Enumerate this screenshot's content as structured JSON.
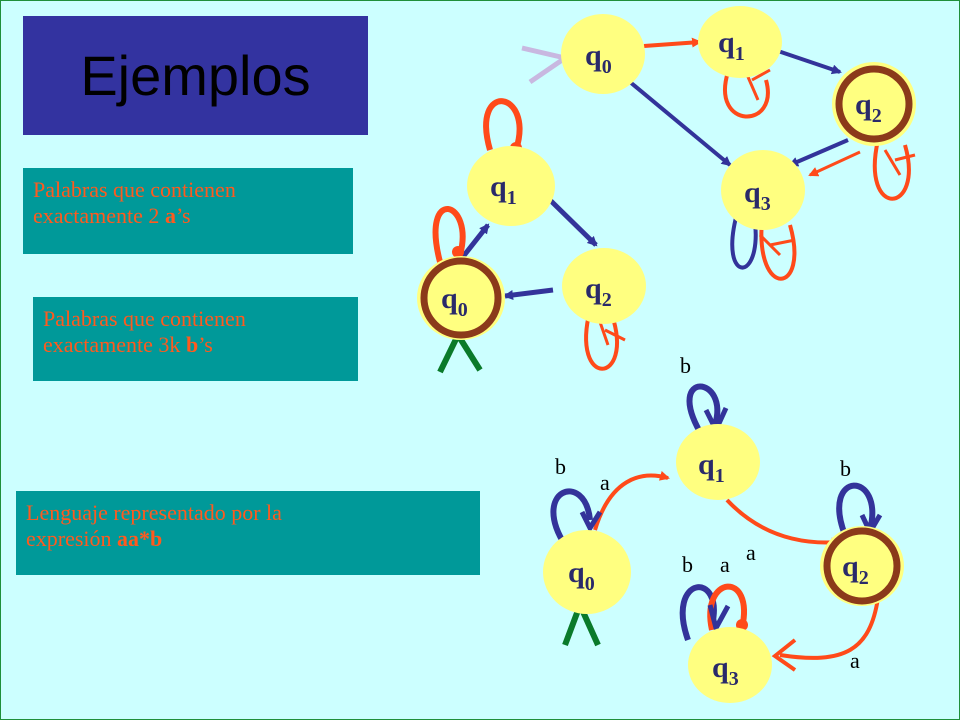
{
  "title": "Ejemplos",
  "notes": {
    "note1": {
      "line1": "Palabras que contienen",
      "line2_pre": "exactamente  2 ",
      "line2_bold": "a",
      "line2_post": "’s"
    },
    "note2": {
      "line1": "Palabras que contienen",
      "line2_pre": "exactamente  3k ",
      "line2_bold": "b",
      "line2_post": "’s"
    },
    "note3": {
      "line1": "Lenguaje  representado por la",
      "line2_pre": "expresión  ",
      "line2_bold": "aa*b",
      "line2_post": ""
    }
  },
  "automaton_top": {
    "states": [
      {
        "id": "q0",
        "label": "q",
        "sub": "0"
      },
      {
        "id": "q1",
        "label": "q",
        "sub": "1"
      },
      {
        "id": "q2",
        "label": "q",
        "sub": "2"
      },
      {
        "id": "q3",
        "label": "q",
        "sub": "3"
      }
    ]
  },
  "automaton_left": {
    "states": [
      {
        "id": "q0",
        "label": "q",
        "sub": "0"
      },
      {
        "id": "q1",
        "label": "q",
        "sub": "1"
      },
      {
        "id": "q2",
        "label": "q",
        "sub": "2"
      }
    ]
  },
  "automaton_bottom": {
    "states": [
      {
        "id": "q0",
        "label": "q",
        "sub": "0"
      },
      {
        "id": "q1",
        "label": "q",
        "sub": "1"
      },
      {
        "id": "q2",
        "label": "q",
        "sub": "2"
      },
      {
        "id": "q3",
        "label": "q",
        "sub": "3"
      }
    ],
    "transition_labels": {
      "q1_loop": "b",
      "q0_loop": "b",
      "q0_q1": "a",
      "q2_loop": "b",
      "q1_q2": "a",
      "q3_loop_b": "b",
      "q3_loop_a": "a",
      "q2_q3": "a"
    }
  },
  "colors": {
    "background": "#ccffff",
    "title_bg": "#3333a0",
    "note_bg": "#009999",
    "note_text": "#ff5a1e",
    "state_fill": "#ffff80",
    "accept_ring": "#8b3a1a",
    "edge_blue": "#33339a",
    "edge_red": "#ff4a1a",
    "start_green": "#0a7a2a"
  }
}
